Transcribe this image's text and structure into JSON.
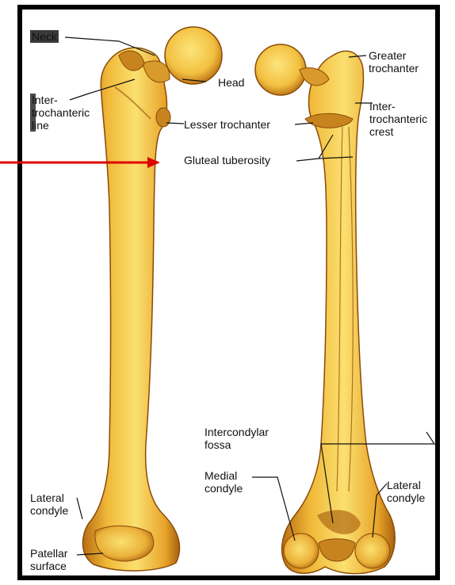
{
  "labels": {
    "neck": "Neck",
    "inter_line": "Inter-\ntrochanteric\nline",
    "head": "Head",
    "lesser_trochanter": "Lesser trochanter",
    "gluteal_tuberosity": "Gluteal tuberosity",
    "greater_trochanter": "Greater\ntrochanter",
    "inter_crest": "Inter-\ntrochanteric\ncrest",
    "intercondylar_fossa": "Intercondylar\nfossa",
    "medial_condyle": "Medial\ncondyle",
    "lateral_condyle_right": "Lateral\ncondyle",
    "lateral_condyle_left": "Lateral\ncondyle",
    "patellar_surface": "Patellar\nsurface"
  },
  "colors": {
    "bone_light": "#f7d25a",
    "bone_mid": "#e8a82a",
    "bone_dark": "#a8620e",
    "arrow": "#e00000",
    "frame": "#000000"
  },
  "arrow": {
    "direction": "right",
    "icon": "red-arrow-icon"
  }
}
